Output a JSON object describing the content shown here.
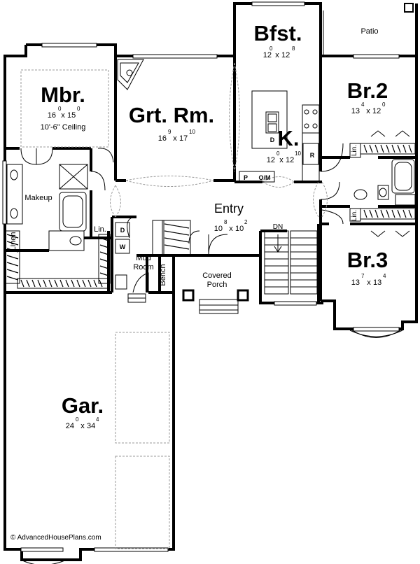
{
  "rooms": {
    "mbr": {
      "name": "Mbr.",
      "w": "16",
      "wi": "0",
      "d": "15",
      "di": "0",
      "note": "10'-6\" Ceiling"
    },
    "grtrm": {
      "name": "Grt. Rm.",
      "w": "16",
      "wi": "9",
      "d": "17",
      "di": "10"
    },
    "bfst": {
      "name": "Bfst.",
      "w": "12",
      "wi": "0",
      "d": "12",
      "di": "8"
    },
    "kitchen": {
      "name": "K.",
      "w": "12",
      "wi": "0",
      "d": "12",
      "di": "10"
    },
    "br2": {
      "name": "Br.2",
      "w": "13",
      "wi": "4",
      "d": "12",
      "di": "0"
    },
    "br3": {
      "name": "Br.3",
      "w": "13",
      "wi": "7",
      "d": "13",
      "di": "4"
    },
    "entry": {
      "name": "Entry",
      "w": "10",
      "wi": "8",
      "d": "10",
      "di": "2"
    },
    "gar": {
      "name": "Gar.",
      "w": "24",
      "wi": "0",
      "d": "34",
      "di": "4"
    }
  },
  "labels": {
    "patio": "Patio",
    "makeup": "Makeup",
    "linen": "Linen",
    "lin": "Lin.",
    "mud1": "Mud",
    "mud2": "Room",
    "bench": "Bench",
    "porch1": "Covered",
    "porch2": "Porch",
    "dn": "DN",
    "dryer": "D",
    "washer": "W",
    "pantry": "P",
    "om": "O/M",
    "fridge": "R",
    "dishwasher": "D",
    "credit": "© AdvancedHousePlans.com"
  }
}
